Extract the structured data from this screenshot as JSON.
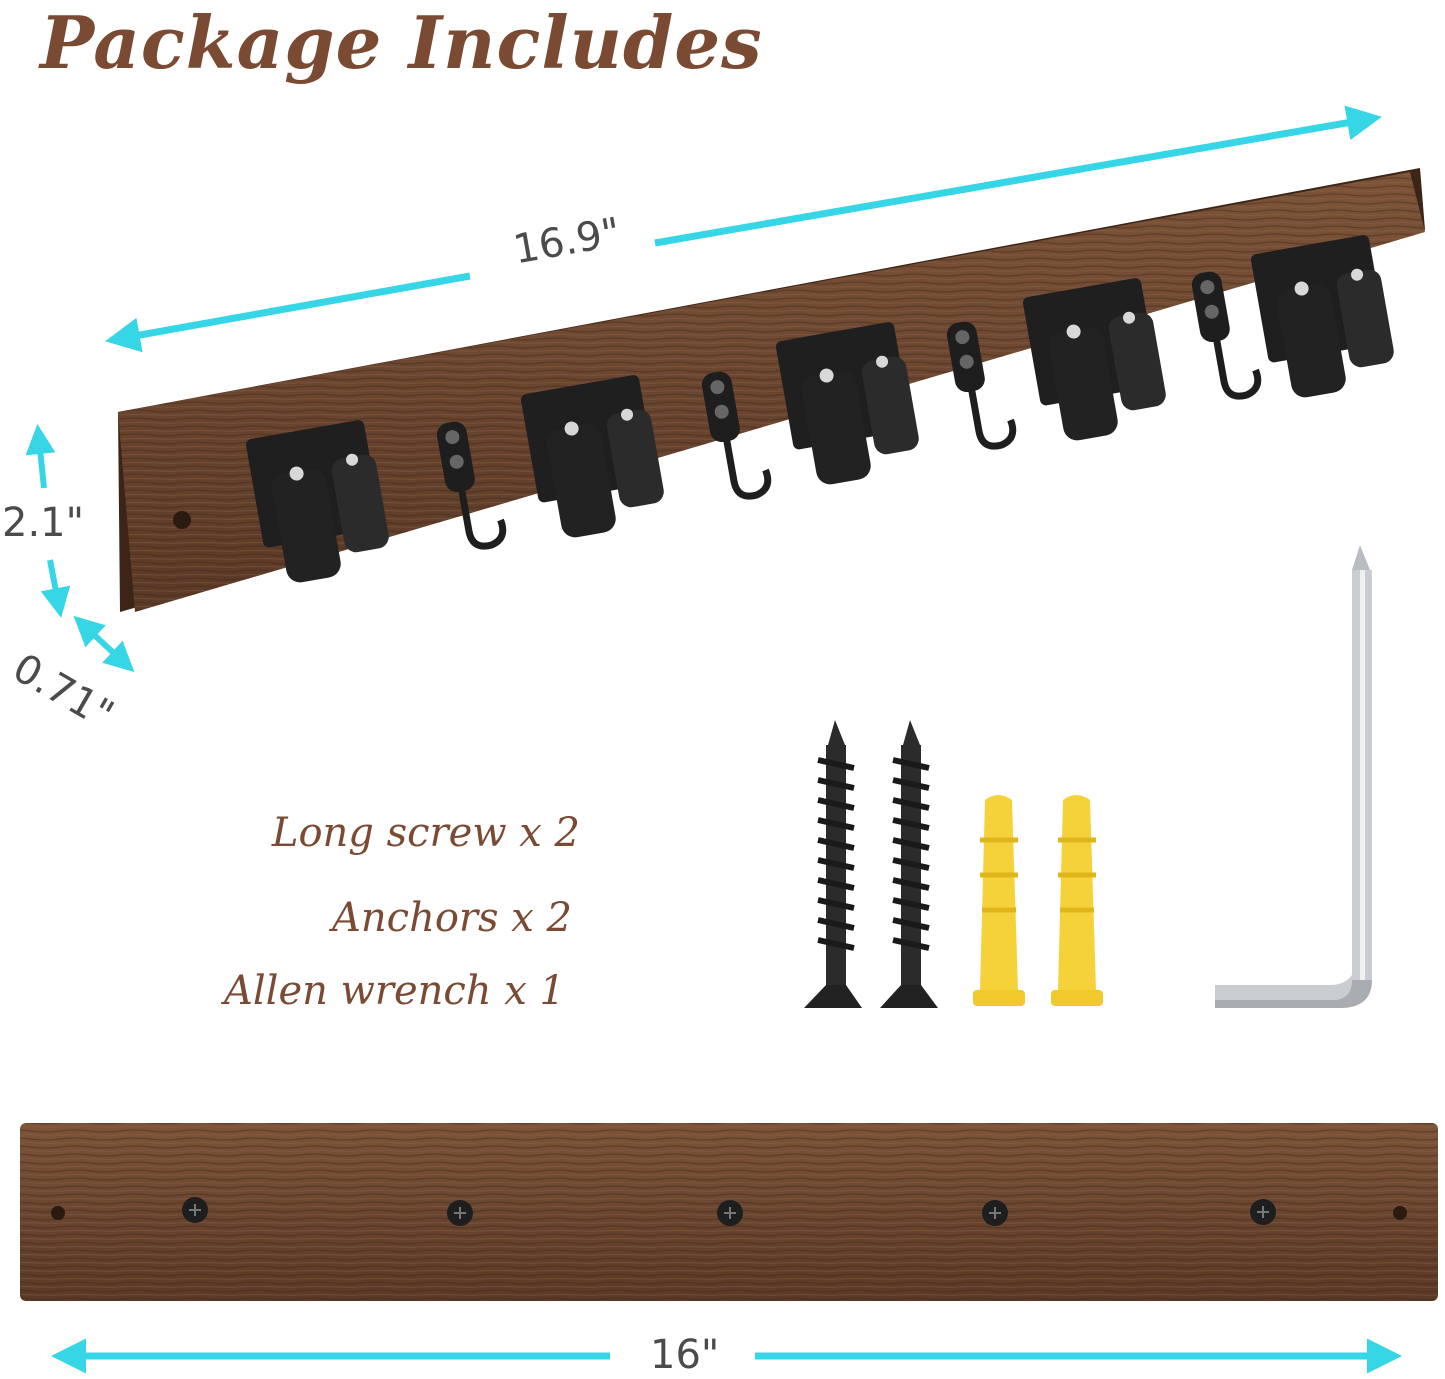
{
  "title": "Package Includes",
  "dimensions": {
    "length": "16.9\"",
    "height": "2.1\"",
    "depth": "0.71\"",
    "back_length": "16\""
  },
  "items": [
    {
      "label": "Long screw x 2"
    },
    {
      "label": "Anchors x 2"
    },
    {
      "label": "Allen wrench x 1"
    }
  ],
  "colors": {
    "arrow": "#36d6e7",
    "wood": "#6e4a33",
    "wood_dark": "#4a2f1f",
    "metal": "#2a2a2a",
    "anchor": "#f6d23a",
    "title": "#7a4a33"
  }
}
